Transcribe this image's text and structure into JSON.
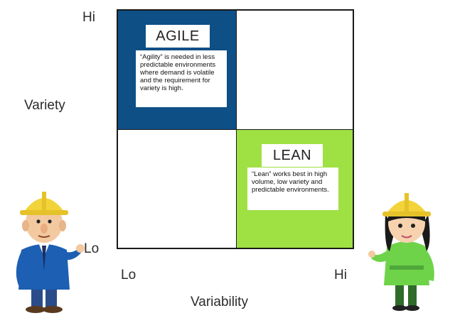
{
  "axes": {
    "y_label": "Variety",
    "x_label": "Variability",
    "y_hi": "Hi",
    "y_lo": "Lo",
    "x_lo": "Lo",
    "x_hi": "Hi"
  },
  "quadrants": {
    "agile": {
      "title": "AGILE",
      "description": "“Agility” is needed in less predictable environments where demand is volatile and the requirement for variety is high.",
      "color": "#0e4f86"
    },
    "lean": {
      "title": "LEAN",
      "description": "“Lean” works best in high volume, low variety and predictable environments.",
      "color": "#9fe043"
    }
  },
  "characters": {
    "left": "man-in-hard-hat",
    "right": "woman-in-hard-hat"
  }
}
